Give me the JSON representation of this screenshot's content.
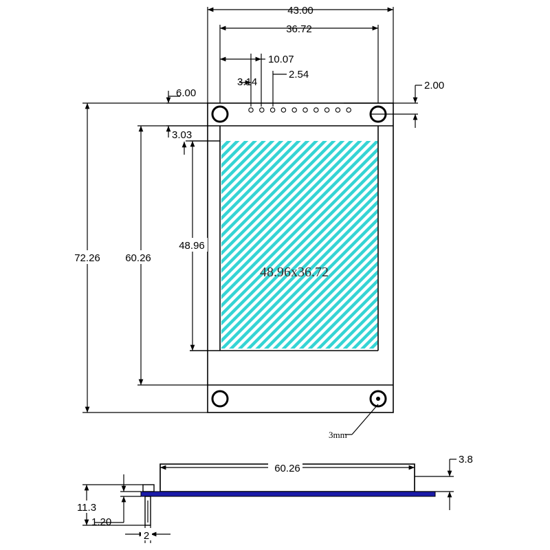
{
  "top_view": {
    "board_width": "43.00",
    "screen_width": "36.72",
    "pin_offset": "10.07",
    "mount_offset": "3.14",
    "pin_pitch": "2.54",
    "pin_header_offset": "2.00",
    "top_to_hole": "6.00",
    "screen_gap": "3.03",
    "board_height": "72.26",
    "module_height": "60.26",
    "screen_height": "48.96",
    "screen_label": "48.96x36.72",
    "hole_label": "3mm",
    "pin_count": 10
  },
  "side_view": {
    "length": "60.26",
    "thickness_top": "3.8",
    "total_height": "11.3",
    "pcb_thickness": "1.20",
    "pin_width": "2"
  },
  "colors": {
    "screen_hatch": "#35d4d4",
    "pcb_blue": "#1a1aa8",
    "lines": "#000000"
  }
}
